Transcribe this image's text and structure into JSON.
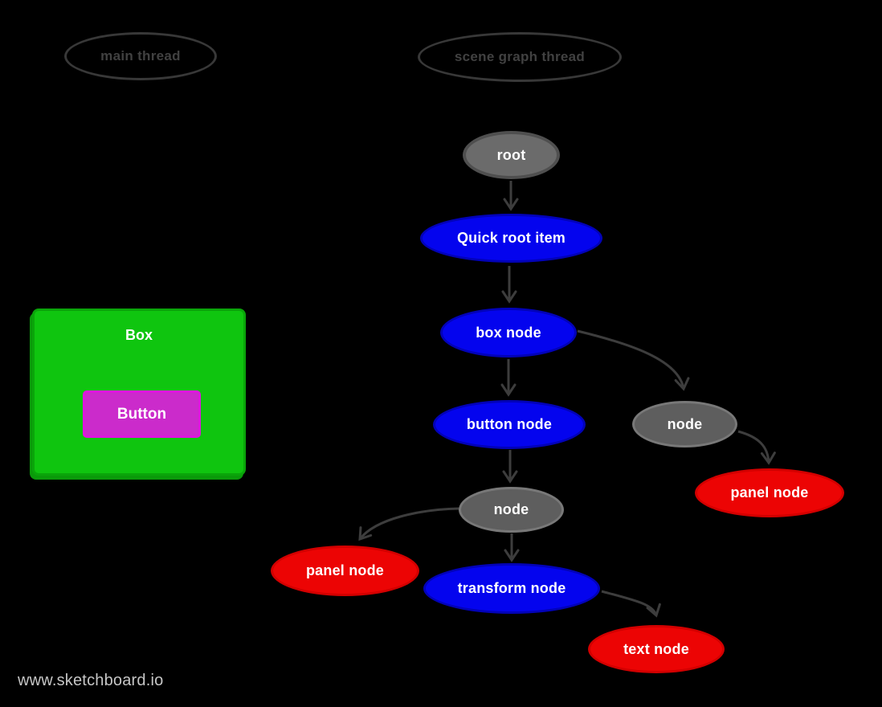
{
  "page": {
    "background": "#000000",
    "watermark": "www.sketchboard.io"
  },
  "threads": [
    {
      "id": "main-thread",
      "label": "main thread"
    },
    {
      "id": "scene-graph-thread",
      "label": "scene graph thread"
    }
  ],
  "sketch_ui": {
    "box_label": "Box",
    "button_label": "Button"
  },
  "graph": {
    "nodes": [
      {
        "id": "root",
        "label": "root",
        "color": "gray"
      },
      {
        "id": "quick-root-item",
        "label": "Quick root item",
        "color": "blue"
      },
      {
        "id": "box-node",
        "label": "box node",
        "color": "blue"
      },
      {
        "id": "button-node",
        "label": "button node",
        "color": "blue"
      },
      {
        "id": "node-a",
        "label": "node",
        "color": "gray"
      },
      {
        "id": "panel-node-a",
        "label": "panel node",
        "color": "red"
      },
      {
        "id": "node-b",
        "label": "node",
        "color": "gray"
      },
      {
        "id": "panel-node-b",
        "label": "panel node",
        "color": "red"
      },
      {
        "id": "transform-node",
        "label": "transform node",
        "color": "blue"
      },
      {
        "id": "text-node",
        "label": "text node",
        "color": "red"
      }
    ],
    "edges": [
      {
        "from": "root",
        "to": "quick-root-item"
      },
      {
        "from": "quick-root-item",
        "to": "box-node"
      },
      {
        "from": "box-node",
        "to": "button-node"
      },
      {
        "from": "box-node",
        "to": "node-a"
      },
      {
        "from": "node-a",
        "to": "panel-node-a"
      },
      {
        "from": "button-node",
        "to": "node-b"
      },
      {
        "from": "node-b",
        "to": "panel-node-b"
      },
      {
        "from": "node-b",
        "to": "transform-node"
      },
      {
        "from": "transform-node",
        "to": "text-node"
      }
    ]
  },
  "colors": {
    "node_blue": "#0404ee",
    "node_gray": "#5e5e5e",
    "node_red": "#ec0404",
    "edge": "#3d3d3d",
    "thread_outline": "#383838",
    "box_green": "#0fc50f",
    "button_magenta": "#cb2bcb",
    "watermark_gray": "#c6c6c6"
  }
}
